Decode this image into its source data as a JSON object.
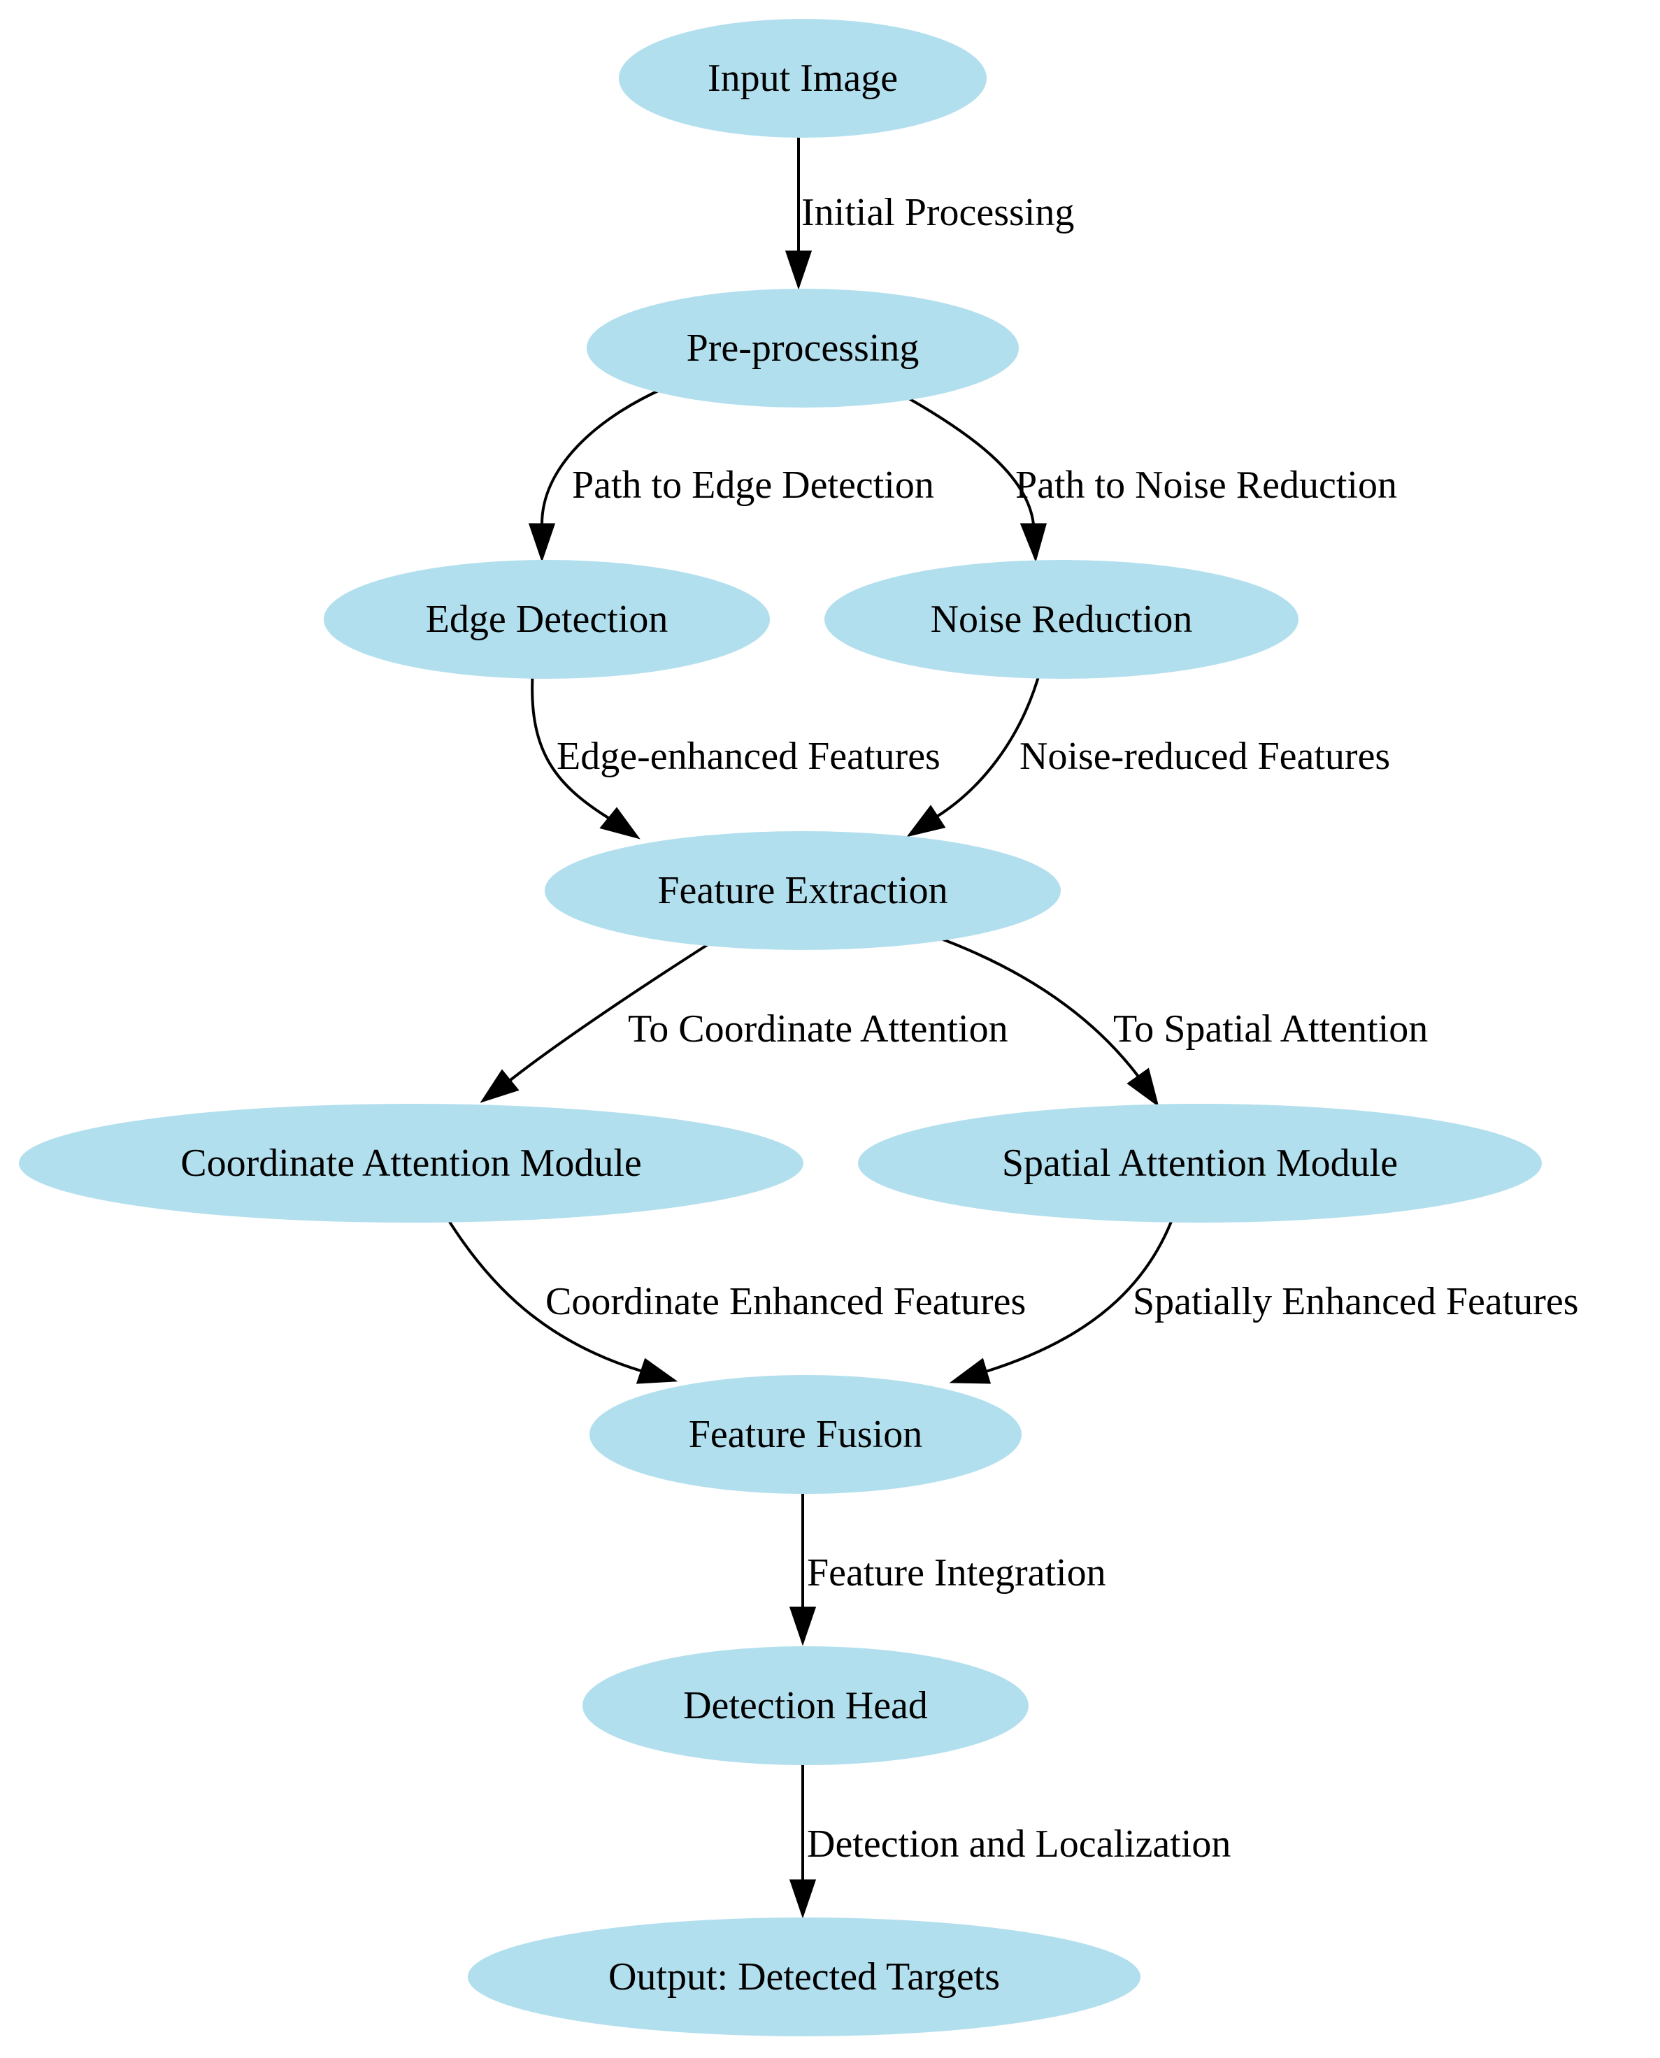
{
  "nodes": {
    "input": "Input Image",
    "preprocessing": "Pre-processing",
    "edge_detection": "Edge Detection",
    "noise_reduction": "Noise Reduction",
    "feature_extraction": "Feature Extraction",
    "coordinate_attention": "Coordinate Attention Module",
    "spatial_attention": "Spatial Attention Module",
    "feature_fusion": "Feature Fusion",
    "detection_head": "Detection Head",
    "output": "Output: Detected Targets"
  },
  "edges": {
    "input_to_pre": "Initial Processing",
    "pre_to_edge": "Path to Edge Detection",
    "pre_to_noise": "Path to Noise Reduction",
    "edge_to_fe": "Edge-enhanced Features",
    "noise_to_fe": "Noise-reduced Features",
    "fe_to_coord": "To Coordinate Attention",
    "fe_to_spatial": "To Spatial Attention",
    "coord_to_fusion": "Coordinate Enhanced Features",
    "spatial_to_fusion": "Spatially Enhanced Features",
    "fusion_to_head": "Feature Integration",
    "head_to_output": "Detection and Localization"
  },
  "colors": {
    "node_fill": "#b2dfee",
    "edge": "#000000",
    "text": "#000000"
  }
}
